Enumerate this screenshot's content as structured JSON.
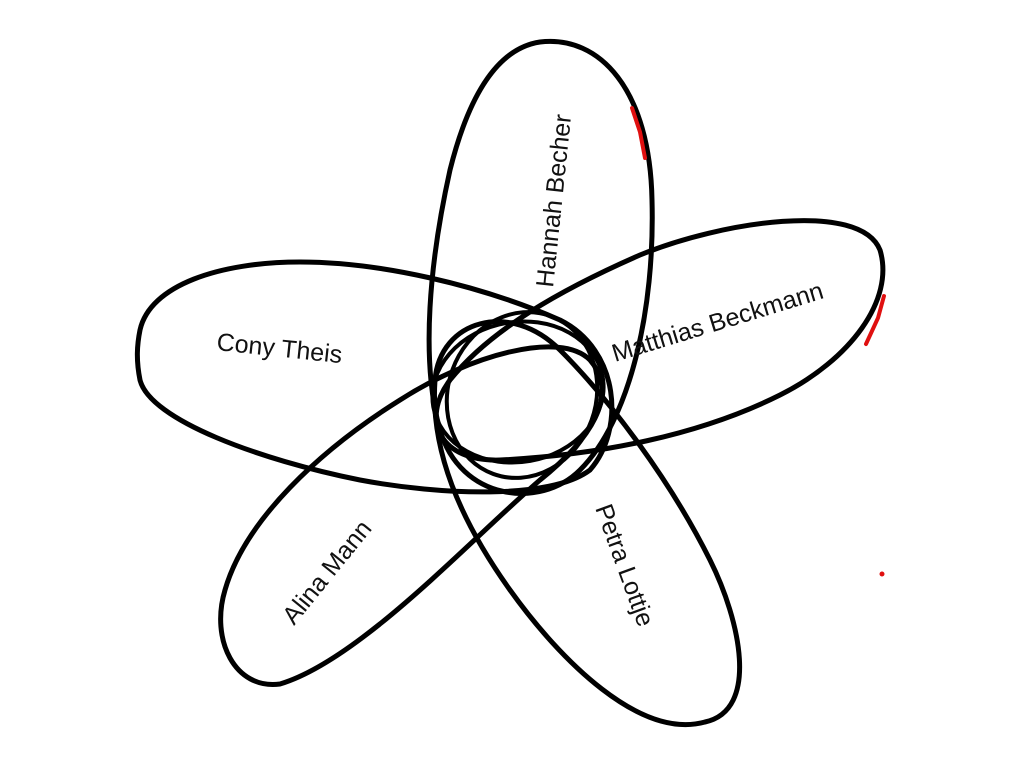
{
  "diagram": {
    "type": "venn-flower",
    "sets": [
      {
        "id": "hannah",
        "label": "Hannah Becher"
      },
      {
        "id": "matthias",
        "label": "Matthias Beckmann"
      },
      {
        "id": "petra",
        "label": "Petra Lottje"
      },
      {
        "id": "alina",
        "label": "Alina Mann"
      },
      {
        "id": "cony",
        "label": "Cony Theis"
      }
    ],
    "colors": {
      "outline": "#000000",
      "accent_marks": "#e01010",
      "background": "#ffffff"
    }
  }
}
